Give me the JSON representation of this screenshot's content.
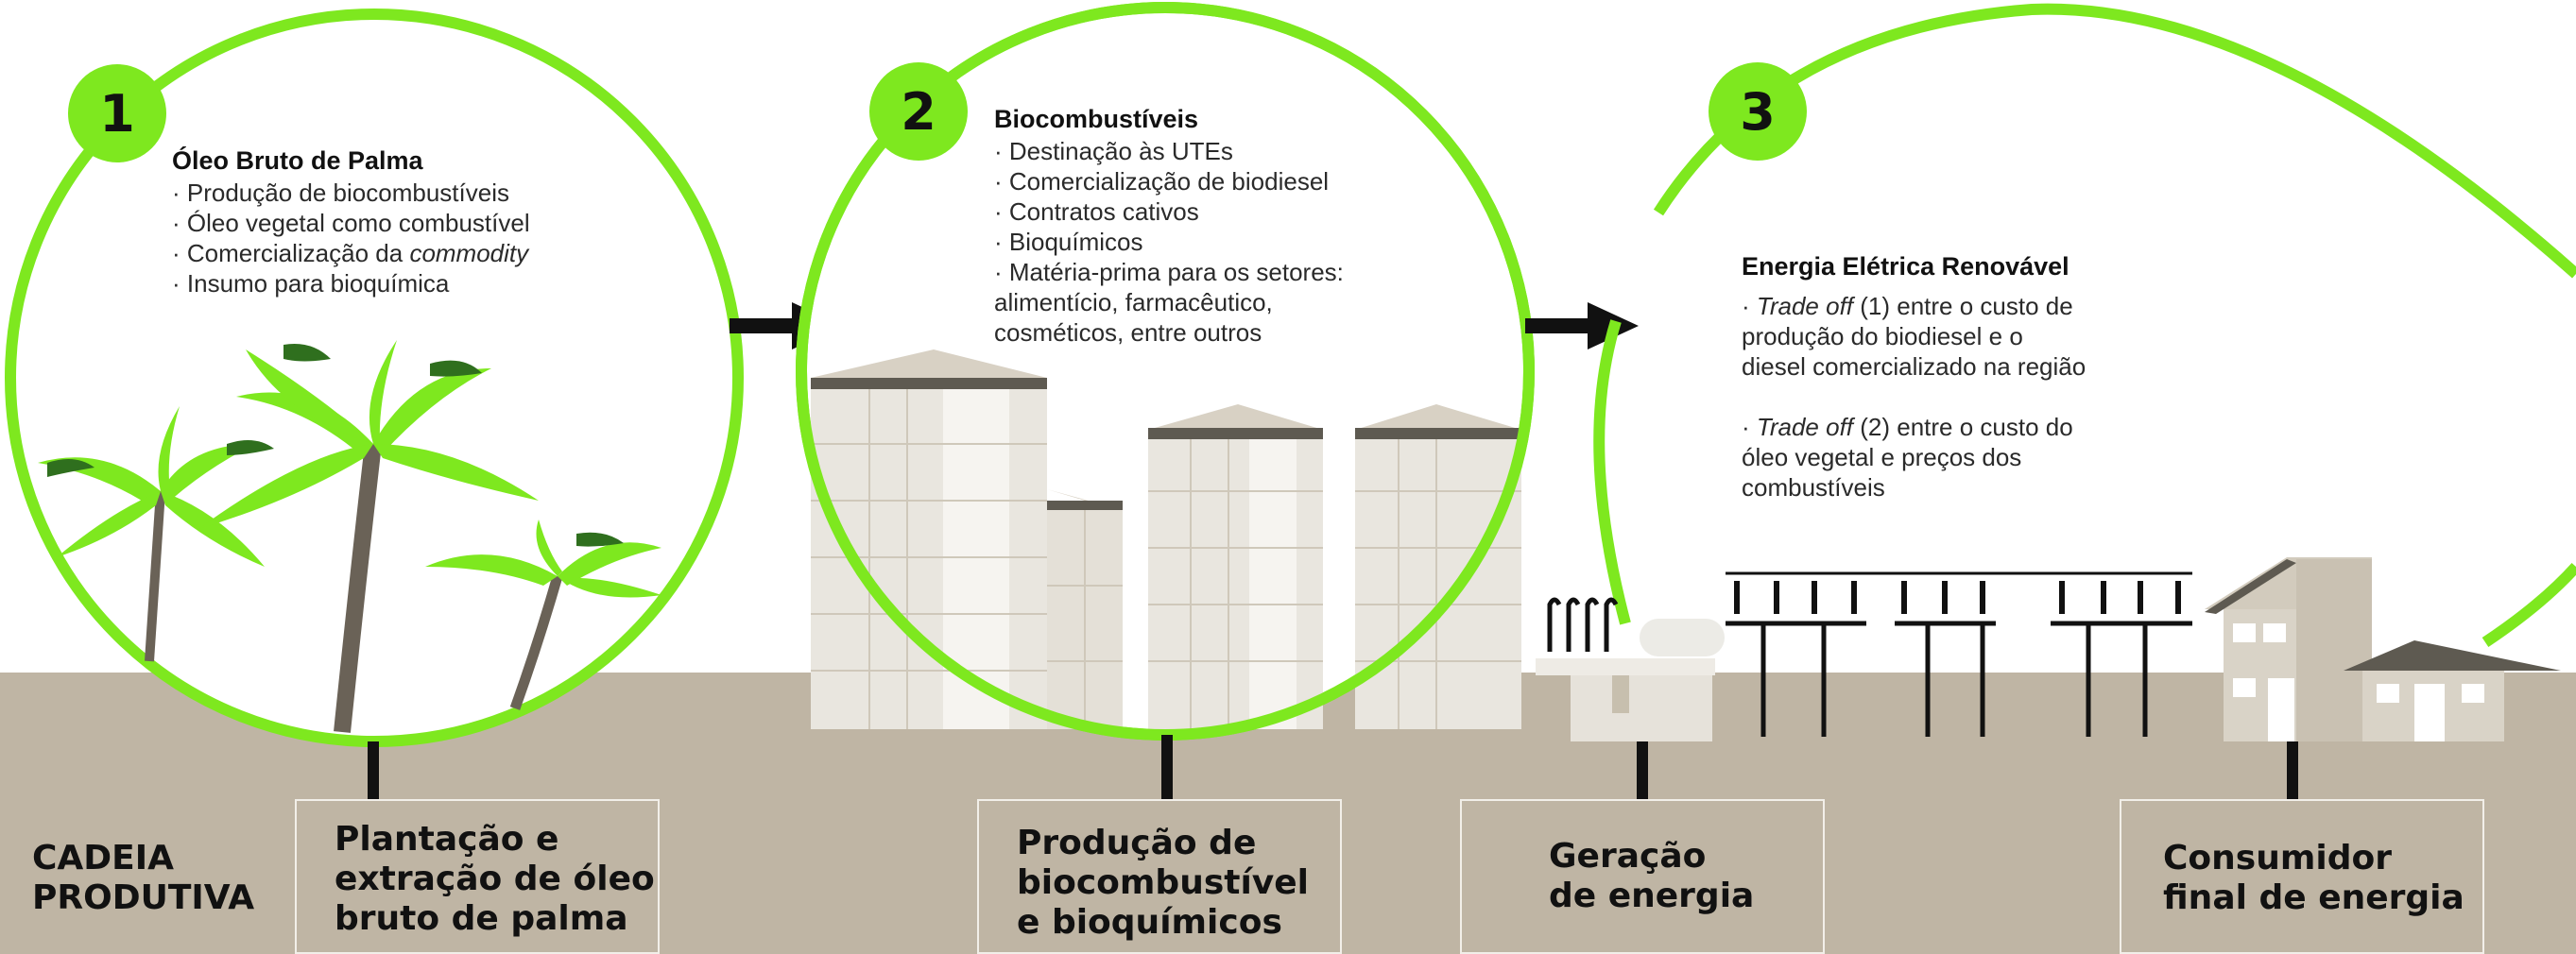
{
  "colors": {
    "accent_green": "#7ee81f",
    "ground": "#bfb5a4",
    "leaf_dark": "#2f6f1e",
    "structure": "#111111"
  },
  "stages": [
    {
      "number": "1",
      "heading": "Óleo Bruto de Palma",
      "items": [
        {
          "text": "· Produção de biocombustíveis"
        },
        {
          "text": "· Óleo vegetal como combustível"
        },
        {
          "text": "· Comercialização da ",
          "italic": "commodity"
        },
        {
          "text": "· Insumo para bioquímica"
        }
      ],
      "box_lines": [
        "Plantação e",
        "extração de óleo",
        "bruto de palma"
      ]
    },
    {
      "number": "2",
      "heading": "Biocombustíveis",
      "items": [
        {
          "text": "· Destinação às UTEs"
        },
        {
          "text": "· Comercialização de biodiesel"
        },
        {
          "text": "· Contratos cativos"
        },
        {
          "text": "· Bioquímicos"
        },
        {
          "text": "· Matéria-prima para os setores:"
        },
        {
          "text": "alimentício, farmacêutico,"
        },
        {
          "text": "cosméticos, entre outros"
        }
      ],
      "box_lines": [
        "Produção de",
        "biocombustível",
        "e bioquímicos"
      ]
    },
    {
      "number": "3",
      "heading": "Energia Elétrica Renovável",
      "items": [
        {
          "italic": "Trade off",
          "prefix": "· ",
          "text": " (1) entre o custo de"
        },
        {
          "text": "produção do biodiesel e o"
        },
        {
          "text": "diesel comercializado na região"
        },
        {
          "gap": true
        },
        {
          "italic": "Trade off",
          "prefix": "· ",
          "text": " (2) entre o custo do"
        },
        {
          "text": "óleo vegetal e preços dos"
        },
        {
          "text": "combustíveis"
        }
      ],
      "box_lines": [
        "Geração",
        "de energia"
      ]
    },
    {
      "box_lines": [
        "Consumidor",
        "final de energia"
      ]
    }
  ],
  "chain_label_lines": [
    "CADEIA",
    "PRODUTIVA"
  ]
}
